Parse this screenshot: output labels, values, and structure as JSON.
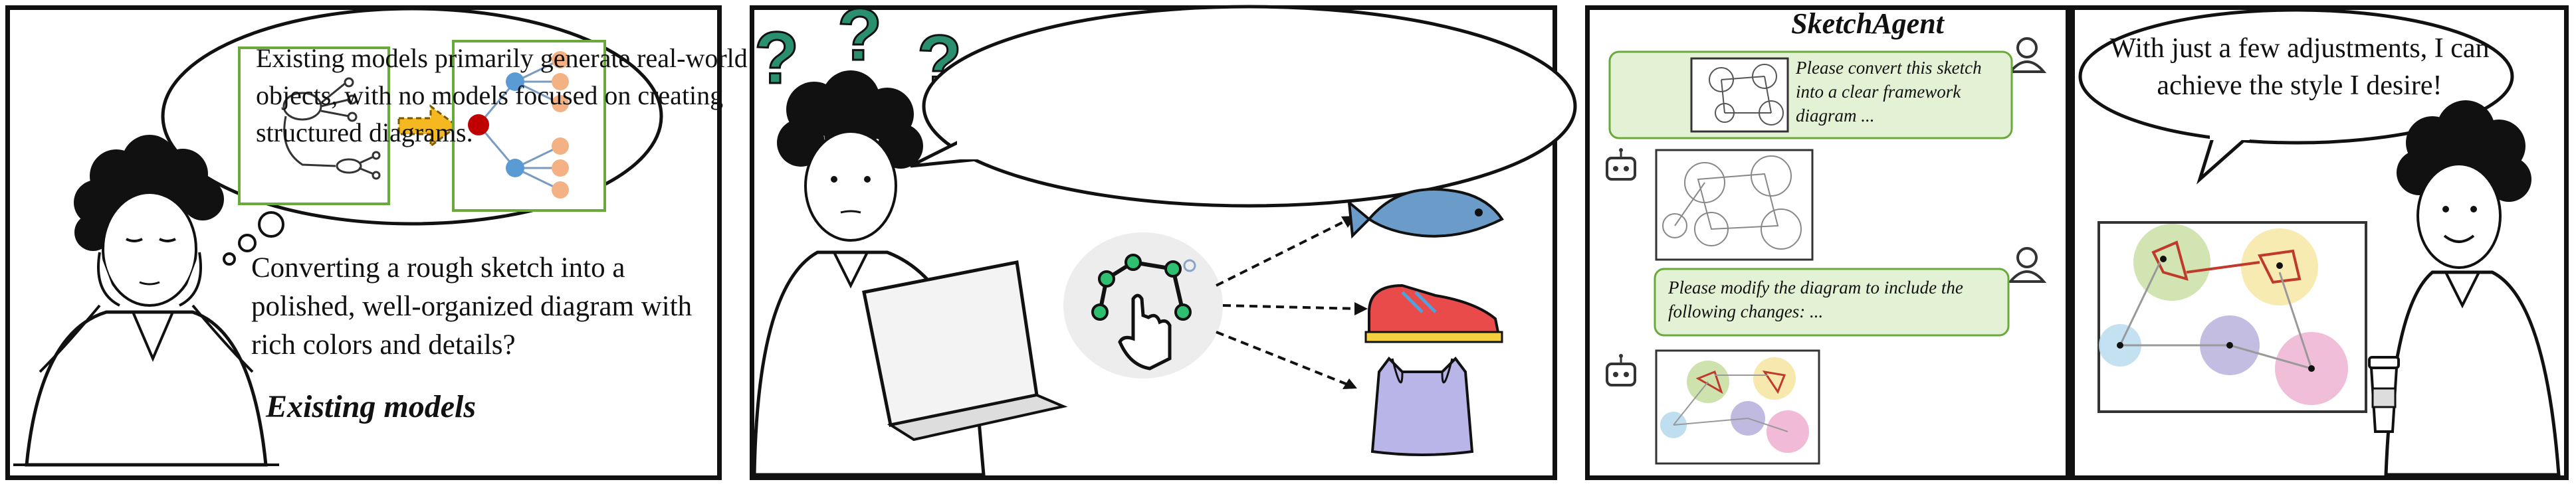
{
  "panel1": {
    "caption": "Converting a rough sketch into a polished, well-organized diagram with rich colors and details?"
  },
  "panel2": {
    "speech": "Existing models primarily generate real-world objects, with no models focused on creating structured diagrams.",
    "label": "Existing models"
  },
  "panel3": {
    "title": "SketchAgent",
    "message1": "Please convert this sketch into a clear framework diagram ...",
    "message2": "Please modify the diagram to include the following changes: ..."
  },
  "panel4": {
    "speech": "With just a few adjustments, I can achieve the style I desire!"
  },
  "colors": {
    "sketch_green": "#6aaa3a",
    "arrow_yellow": "#f5b820",
    "node_red": "#c00000",
    "node_blue": "#5b9bd5",
    "node_orange": "#f4b183",
    "bubble_green": "#e3f1d4",
    "circle_green": "#c9dfa5",
    "circle_yellow": "#f6e7a4",
    "circle_blue": "#b8dcee",
    "circle_purple": "#b9b2dd",
    "circle_pink": "#efb3d2"
  },
  "icons": [
    "thinking-person",
    "question-mark-icon",
    "laptop-icon",
    "sketch-hand-icon",
    "fish-icon",
    "sneaker-icon",
    "plastic-bag-icon",
    "user-icon",
    "robot-icon",
    "coffee-cup-icon"
  ]
}
